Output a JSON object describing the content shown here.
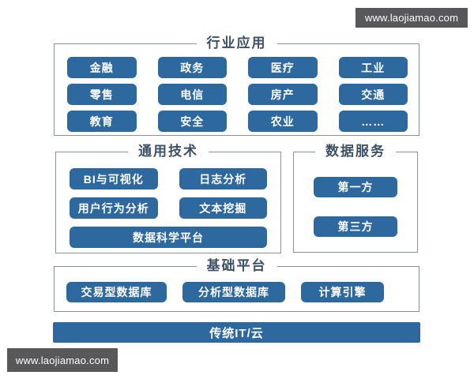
{
  "colors": {
    "chip_bg": "#2d689e",
    "chip_text": "#ffffff",
    "box_border": "#8b929b",
    "title_color": "#3d5166",
    "watermark_bg": "#58585a",
    "watermark_text": "#ffffff"
  },
  "watermarks": {
    "top": "www.laojiamao.com",
    "bottom": "www.laojiamao.com"
  },
  "sections": {
    "industry": {
      "title": "行业应用",
      "items": [
        "金融",
        "政务",
        "医疗",
        "工业",
        "零售",
        "电信",
        "房产",
        "交通",
        "教育",
        "安全",
        "农业",
        "……"
      ]
    },
    "tech": {
      "title": "通用技术",
      "items": [
        "BI与可视化",
        "日志分析",
        "用户行为分析",
        "文本挖掘",
        "数据科学平台"
      ]
    },
    "data_service": {
      "title": "数据服务",
      "items": [
        "第一方",
        "第三方"
      ]
    },
    "platform": {
      "title": "基础平台",
      "items": [
        "交易型数据库",
        "分析型数据库",
        "计算引擎"
      ]
    },
    "infra_bar": {
      "label": "传统IT/云"
    }
  }
}
